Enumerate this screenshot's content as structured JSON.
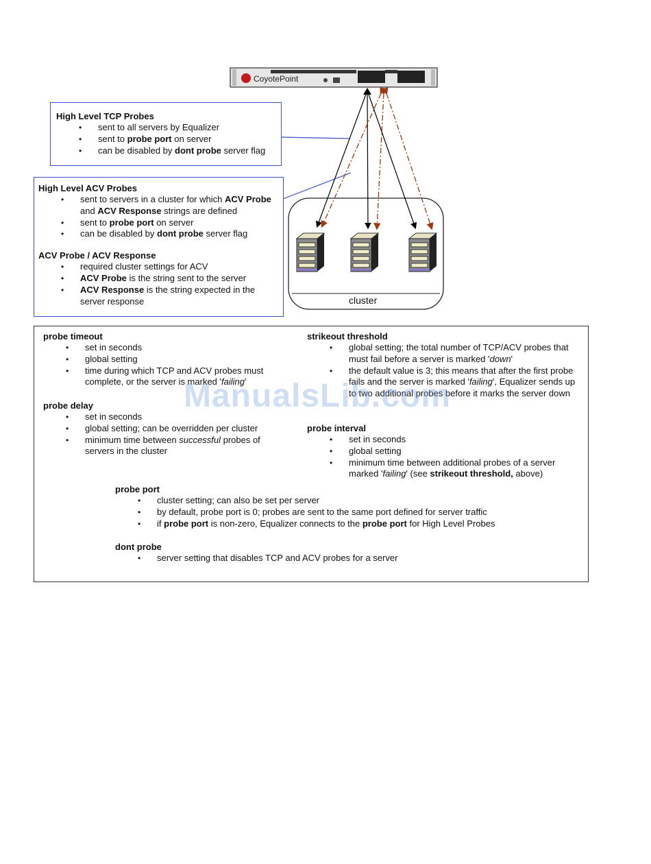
{
  "device": {
    "brand": "CoyotePoint"
  },
  "tcp_box": {
    "title": "High Level TCP Probes",
    "items": [
      [
        {
          "t": "sent to all servers by Equalizer",
          "b": false
        }
      ],
      [
        {
          "t": "sent to ",
          "b": false
        },
        {
          "t": "probe port",
          "b": true
        },
        {
          "t": " on server",
          "b": false
        }
      ],
      [
        {
          "t": "can be disabled by ",
          "b": false
        },
        {
          "t": "dont probe",
          "b": true
        },
        {
          "t": " server flag",
          "b": false
        }
      ]
    ]
  },
  "acv_box": {
    "title": "High Level ACV Probes",
    "items": [
      [
        {
          "t": "sent to servers in a cluster for which ",
          "b": false
        },
        {
          "t": "ACV Probe",
          "b": true
        },
        {
          "t": " and ",
          "b": false
        },
        {
          "t": "ACV Response",
          "b": true
        },
        {
          "t": " strings are defined",
          "b": false
        }
      ],
      [
        {
          "t": "sent to ",
          "b": false
        },
        {
          "t": "probe port",
          "b": true
        },
        {
          "t": " on server",
          "b": false
        }
      ],
      [
        {
          "t": "can be disabled by ",
          "b": false
        },
        {
          "t": "dont probe",
          "b": true
        },
        {
          "t": " server flag",
          "b": false
        }
      ]
    ],
    "subtitle": "ACV Probe / ACV Response",
    "sub_items": [
      [
        {
          "t": "required cluster settings for ACV",
          "b": false
        }
      ],
      [
        {
          "t": "ACV Probe",
          "b": true
        },
        {
          "t": " is the string sent to the server",
          "b": false
        }
      ],
      [
        {
          "t": "ACV Response",
          "b": true
        },
        {
          "t": " is the string expected in the server response",
          "b": false
        }
      ]
    ]
  },
  "cluster": {
    "label": "cluster"
  },
  "settings": {
    "probe_timeout": {
      "title": "probe timeout",
      "items": [
        [
          {
            "t": "set in seconds",
            "b": false
          }
        ],
        [
          {
            "t": "global setting",
            "b": false
          }
        ],
        [
          {
            "t": "time during which TCP and ACV probes must complete, or the server is marked '",
            "b": false
          },
          {
            "t": "failing",
            "b": false,
            "i": true
          },
          {
            "t": "'",
            "b": false
          }
        ]
      ]
    },
    "probe_delay": {
      "title": "probe delay",
      "items": [
        [
          {
            "t": "set in seconds",
            "b": false
          }
        ],
        [
          {
            "t": "global setting; can be overridden per cluster",
            "b": false
          }
        ],
        [
          {
            "t": "minimum time between ",
            "b": false
          },
          {
            "t": "successful",
            "b": false,
            "i": true
          },
          {
            "t": " probes of servers in the cluster",
            "b": false
          }
        ]
      ]
    },
    "strikeout_threshold": {
      "title": "strikeout threshold",
      "items": [
        [
          {
            "t": "global setting; the total number of TCP/ACV probes that must fail before a server is marked '",
            "b": false
          },
          {
            "t": "down",
            "b": false,
            "i": true
          },
          {
            "t": "'",
            "b": false
          }
        ],
        [
          {
            "t": "the default value is 3; this means that after the first probe fails and the server is marked '",
            "b": false
          },
          {
            "t": "failing",
            "b": false,
            "i": true
          },
          {
            "t": "', Equalizer sends up to two additional probes before it marks the server down",
            "b": false
          }
        ]
      ]
    },
    "probe_interval": {
      "title": "probe interval",
      "items": [
        [
          {
            "t": "set in seconds",
            "b": false
          }
        ],
        [
          {
            "t": "global setting",
            "b": false
          }
        ],
        [
          {
            "t": "minimum time between additional probes of a server marked '",
            "b": false
          },
          {
            "t": "failing",
            "b": false,
            "i": true
          },
          {
            "t": "' (see ",
            "b": false
          },
          {
            "t": "strikeout threshold,",
            "b": true
          },
          {
            "t": " above)",
            "b": false
          }
        ]
      ]
    },
    "probe_port": {
      "title": "probe port",
      "items": [
        [
          {
            "t": "cluster setting; can also be set per server",
            "b": false
          }
        ],
        [
          {
            "t": "by default, probe port is 0; probes are sent to the same port defined for server traffic",
            "b": false
          }
        ],
        [
          {
            "t": "if ",
            "b": false
          },
          {
            "t": "probe port",
            "b": true
          },
          {
            "t": " is non-zero, Equalizer connects to the ",
            "b": false
          },
          {
            "t": "probe port",
            "b": true
          },
          {
            "t": " for High Level Probes",
            "b": false
          }
        ]
      ]
    },
    "dont_probe": {
      "title": "dont probe",
      "items": [
        [
          {
            "t": "server setting that disables TCP and ACV probes for a server",
            "b": false
          }
        ]
      ]
    }
  },
  "watermark": "ManualsLib.com",
  "colors": {
    "box_border": "#3b4fc8",
    "acv_arrow": "#9b3a12",
    "tcp_arrow": "#000000"
  }
}
